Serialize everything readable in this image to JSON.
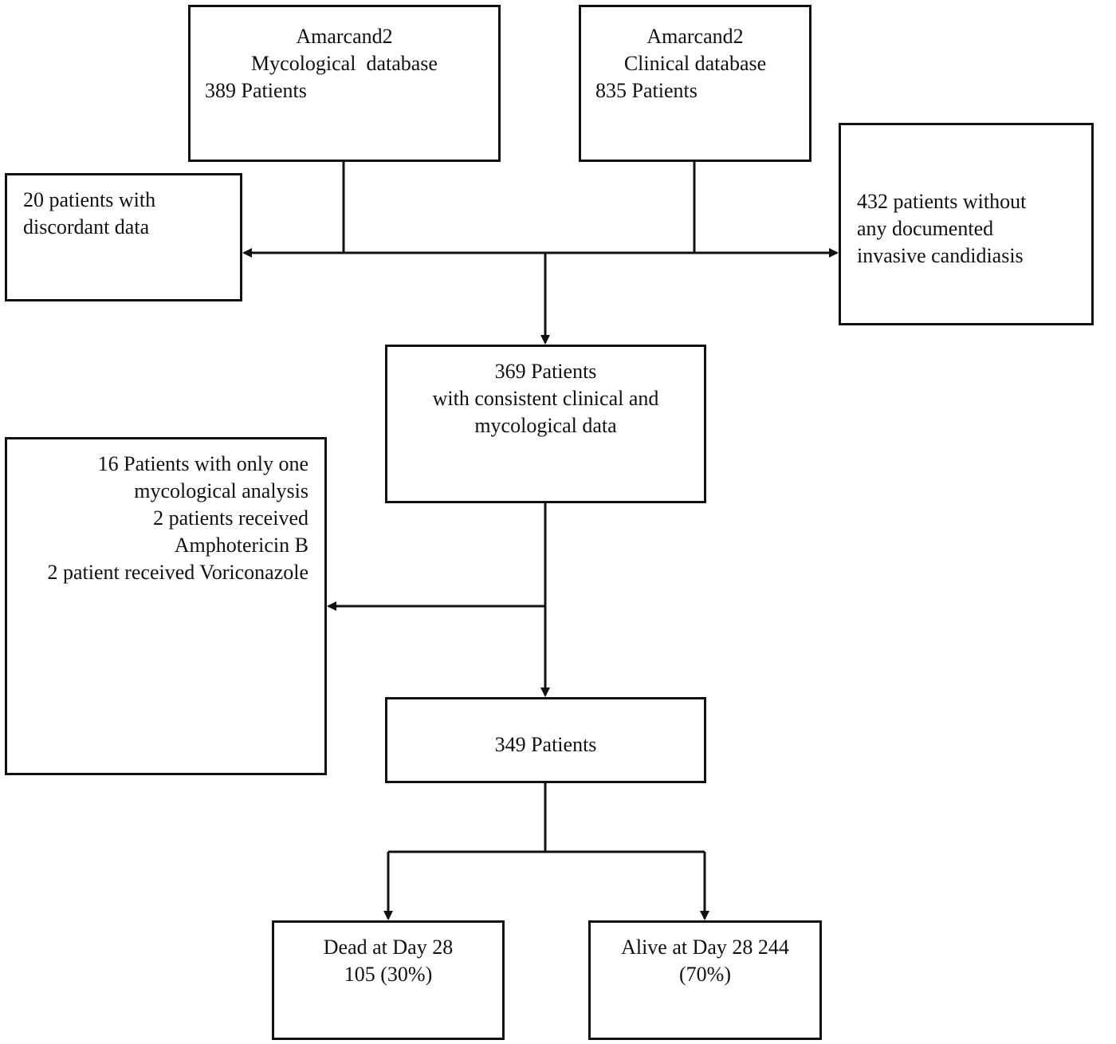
{
  "nodes": {
    "mycological_db": {
      "lines": [
        "Amarcand2",
        "Mycological  database",
        "389 Patients"
      ]
    },
    "clinical_db": {
      "lines": [
        "Amarcand2",
        "Clinical database",
        "835 Patients"
      ]
    },
    "discordant": {
      "lines": [
        "20 patients with",
        "discordant data"
      ]
    },
    "no_candidiasis": {
      "lines": [
        "432 patients without",
        "any documented",
        "invasive candidiasis"
      ]
    },
    "consistent": {
      "lines": [
        "369 Patients",
        "with consistent clinical and",
        "mycological data"
      ]
    },
    "excluded": {
      "lines": [
        "16 Patients with only one",
        "mycological analysis",
        "2 patients received",
        "Amphotericin B",
        "2 patient received Voriconazole"
      ]
    },
    "final_cohort": {
      "lines": [
        "349 Patients"
      ]
    },
    "dead": {
      "lines": [
        "Dead at Day 28",
        "105 (30%)"
      ]
    },
    "alive": {
      "lines": [
        "Alive at Day 28 244",
        "(70%)"
      ]
    }
  },
  "colors": {
    "stroke": "#111111",
    "background": "#ffffff"
  }
}
